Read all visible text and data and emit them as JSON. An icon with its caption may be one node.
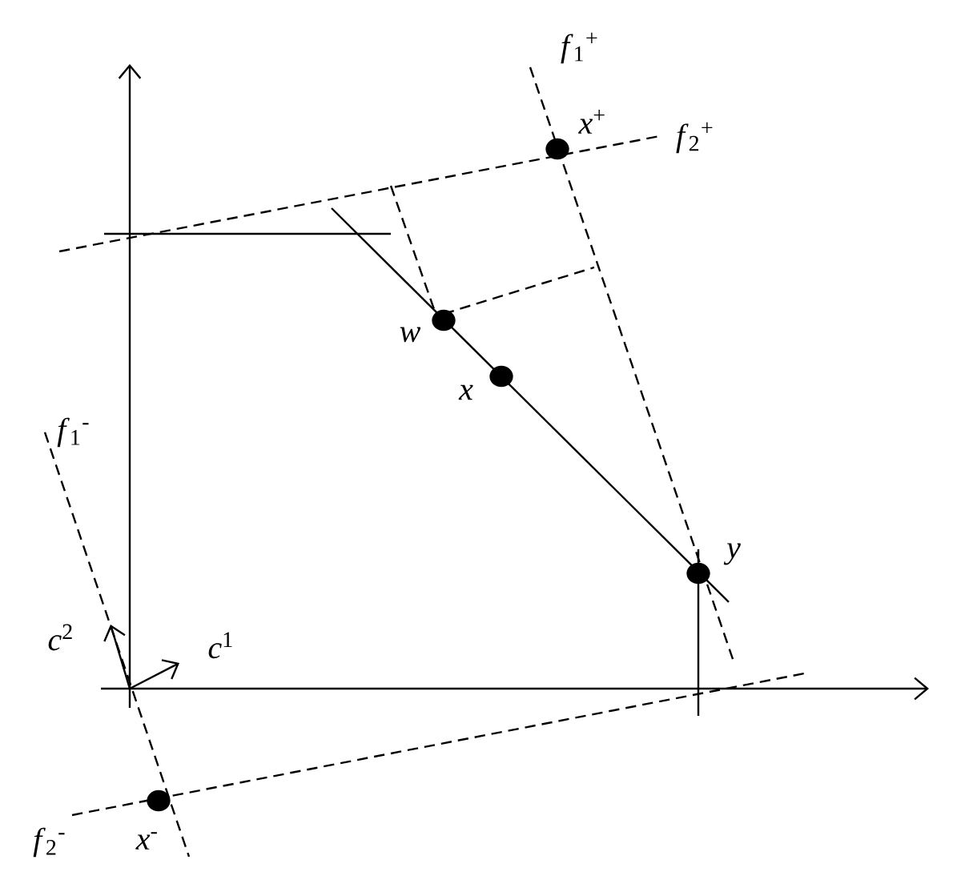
{
  "diagram": {
    "labels": [
      "*f*$_{1}$$^{+}$",
      "*x*$^{+}$",
      "*f*$_{2}$$^{+}$",
      "*w*",
      "*x*",
      "*f*$_{1}$$^{-}$",
      "*y*",
      "*c*$^{2}$",
      "*c*$^{1}$",
      "*f*$_{2}$$^{-}$",
      "*x*$^{-}$"
    ]
  }
}
